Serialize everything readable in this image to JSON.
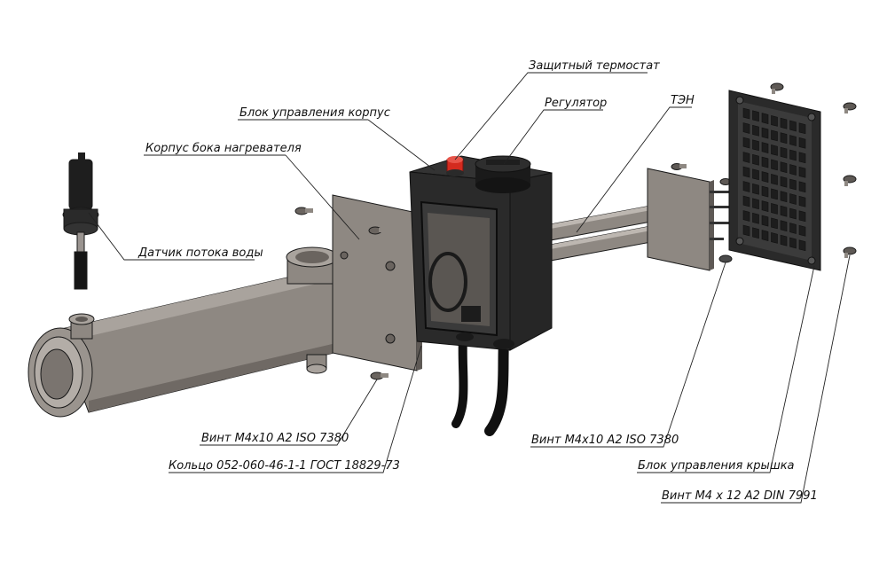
{
  "labels": {
    "protective_thermostat": "Защитный термостат",
    "regulator": "Регулятор",
    "control_unit_housing": "Блок управления корпус",
    "heating_element": "ТЭН",
    "heater_side_body": "Корпус бока нагревателя",
    "water_flow_sensor": "Датчик потока воды",
    "screw_left": "Винт М4х10 А2 ISO 7380",
    "o_ring": "Кольцо 052-060-46-1-1 ГОСТ 18829-73",
    "screw_right": "Винт М4х10 А2 ISO 7380",
    "control_unit_lid": "Блок управления крышка",
    "screw_din": "Винт М4 х 12 А2 DIN 7991"
  },
  "colors": {
    "steel": "#8e8882",
    "steel_light": "#a9a39d",
    "steel_dark": "#5e5955",
    "plastic_black": "#2a2a2a",
    "thermostat_red": "#d42a1e"
  }
}
